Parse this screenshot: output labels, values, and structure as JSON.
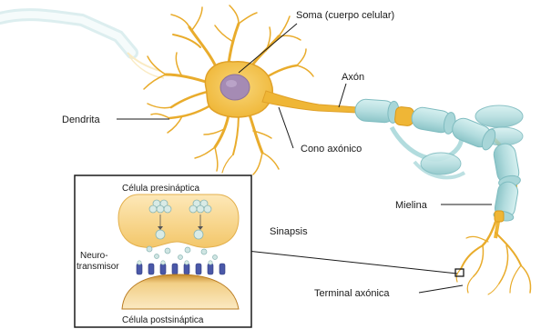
{
  "labels": {
    "soma": "Soma (cuerpo celular)",
    "axon": "Axón",
    "dendrite": "Dendrita",
    "axon_hillock": "Cono axónico",
    "myelin": "Mielina",
    "synapse": "Sinapsis",
    "axon_terminal": "Terminal axónica"
  },
  "inset": {
    "presynaptic": "Célula presináptica",
    "neurotransmitter_line1": "Neuro-",
    "neurotransmitter_line2": "transmisor",
    "postsynaptic": "Célula postsináptica"
  },
  "colors": {
    "neuron_body": "#f0b93a",
    "neuron_edge": "#d99a1c",
    "nucleus": "#a58bb4",
    "myelin_fill": "#b7dfe0",
    "myelin_edge": "#7fbcc0",
    "vesicle": "#d9ebe6",
    "receptor": "#4a58a8",
    "postsynaptic_top": "#d99a33",
    "postsynaptic_fill": "#f6d692",
    "leader_line": "#1a1a1a"
  }
}
